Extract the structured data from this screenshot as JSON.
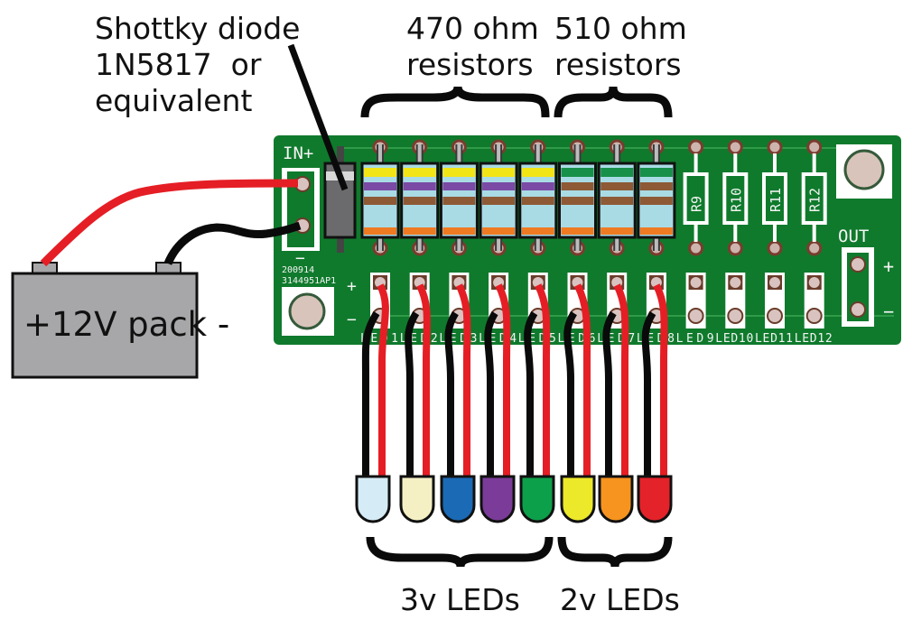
{
  "annotations": {
    "diode": [
      "Shottky diode",
      "1N5817  or",
      "equivalent"
    ],
    "r470": [
      "470 ohm",
      "resistors"
    ],
    "r510": [
      "510 ohm",
      "resistors"
    ],
    "leds3v": "3v LEDs",
    "leds2v": "2v LEDs"
  },
  "battery": {
    "label": "+12V pack -"
  },
  "board": {
    "color": "#0f7a2c",
    "in_label": "IN+",
    "in_minus": "−",
    "out_label": "OUT",
    "plus": "+",
    "minus": "−",
    "code_line1": "200914",
    "code_line2": "3144951AP1",
    "unpopulated_resistors": [
      "R9",
      "R10",
      "R11",
      "R12"
    ],
    "led_labels": [
      "LED1",
      "LED2",
      "LED3",
      "LED4",
      "LED5",
      "LED6",
      "LED7",
      "LED8",
      "LED9",
      "LED10",
      "LED11",
      "LED12"
    ]
  },
  "resistors": [
    {
      "bands": [
        "#f2e516",
        "#7b4aa4",
        "#8d5a35"
      ],
      "value": "470 ohm"
    },
    {
      "bands": [
        "#f2e516",
        "#7b4aa4",
        "#8d5a35"
      ],
      "value": "470 ohm"
    },
    {
      "bands": [
        "#f2e516",
        "#7b4aa4",
        "#8d5a35"
      ],
      "value": "470 ohm"
    },
    {
      "bands": [
        "#f2e516",
        "#7b4aa4",
        "#8d5a35"
      ],
      "value": "470 ohm"
    },
    {
      "bands": [
        "#f2e516",
        "#7b4aa4",
        "#8d5a35"
      ],
      "value": "470 ohm"
    },
    {
      "bands": [
        "#17904a",
        "#8d5a35",
        "#8d5a35"
      ],
      "value": "510 ohm"
    },
    {
      "bands": [
        "#17904a",
        "#8d5a35",
        "#8d5a35"
      ],
      "value": "510 ohm"
    },
    {
      "bands": [
        "#17904a",
        "#8d5a35",
        "#8d5a35"
      ],
      "value": "510 ohm"
    }
  ],
  "leds": [
    {
      "color": "#d5ebf5",
      "group": "3v"
    },
    {
      "color": "#f5f0c4",
      "group": "3v"
    },
    {
      "color": "#1b6ab5",
      "group": "3v"
    },
    {
      "color": "#7a3c98",
      "group": "3v"
    },
    {
      "color": "#0da04a",
      "group": "3v"
    },
    {
      "color": "#ece82a",
      "group": "2v"
    },
    {
      "color": "#f6941f",
      "group": "2v"
    },
    {
      "color": "#e4222a",
      "group": "2v"
    }
  ],
  "colors": {
    "wire_pos": "#e51e25",
    "wire_neg": "#0a0a0a",
    "battery": "#a7a7a9",
    "resistor_body": "#a9dbe5",
    "diode_body": "#6b6b6d"
  }
}
